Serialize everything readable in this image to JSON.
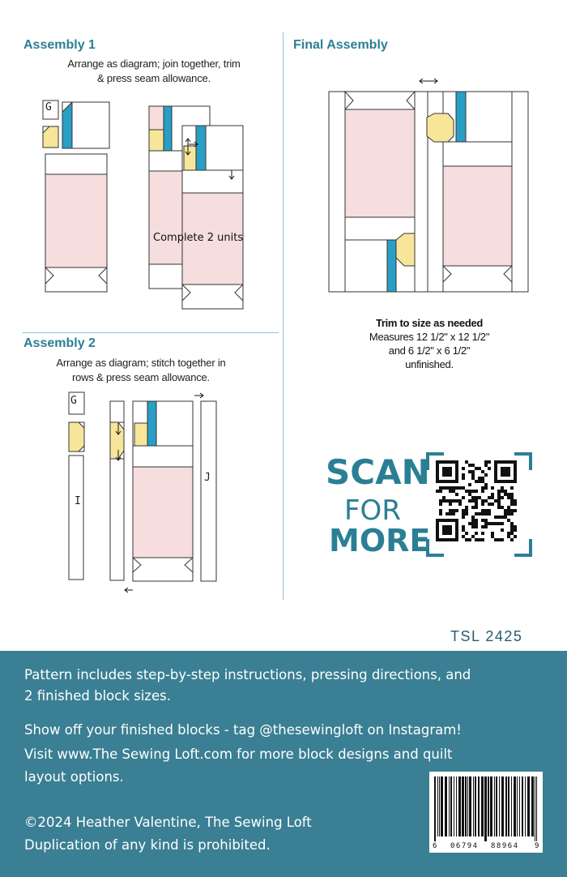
{
  "assembly1": {
    "title": "Assembly 1",
    "instruction_line1": "Arrange as diagram; join together, trim",
    "instruction_line2": "& press seam allowance.",
    "label_g": "G",
    "complete_note": "Complete 2 units"
  },
  "assembly2": {
    "title": "Assembly 2",
    "instruction_line1": "Arrange as diagram; stitch together in",
    "instruction_line2": "rows & press seam allowance.",
    "label_g": "G",
    "label_i": "I",
    "label_j": "J"
  },
  "final_assembly": {
    "title": "Final Assembly",
    "trim_note": "Trim to size as needed",
    "measure_line1": "Measures 12 1/2\" x 12 1/2\"",
    "measure_line2": "and 6 1/2\" x 6 1/2\"",
    "measure_line3": "unfinished."
  },
  "scan": {
    "word1": "SCAN",
    "word2": "FOR",
    "word3": "MORE"
  },
  "product_code": "TSL 2425",
  "footer": {
    "line1": "Pattern includes step-by-step instructions, pressing directions, and",
    "line2": "2 finished block sizes.",
    "line3": "Show off your finished blocks - tag @thesewingloft on Instagram!",
    "line4": "Visit www.The Sewing Loft.com for more block designs and quilt",
    "line5": "layout options.",
    "line6": "©2024 Heather Valentine, The Sewing Loft",
    "line7": "Duplication of any kind is prohibited."
  },
  "barcode": {
    "digit_left": "6",
    "group1": "06794",
    "group2": "88964",
    "digit_right": "9"
  },
  "colors": {
    "teal": "#2b7f95",
    "footer_bg": "#3a7f93",
    "pink": "#f5dedd",
    "yellow": "#f7e69a",
    "blue_strip": "#2a9ec4",
    "divider": "#8ec5d6"
  },
  "icons": [
    "double-arrow-icon",
    "arrow-down-icon",
    "arrow-left-icon",
    "arrow-right-icon",
    "qr-code-icon",
    "barcode-icon"
  ]
}
